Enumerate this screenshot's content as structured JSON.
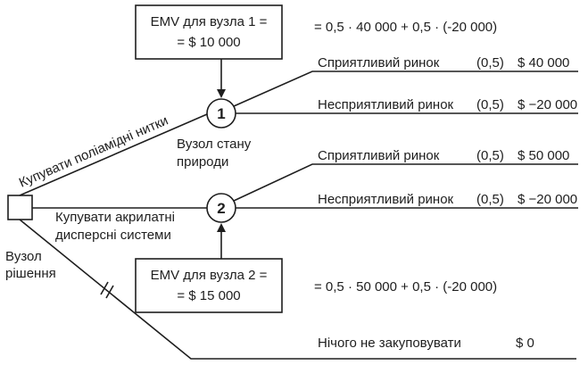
{
  "evm_boxes": {
    "node1": {
      "line1": "EMV для вузла 1 =",
      "line2": "= $ 10 000",
      "formula": "= 0,5 · 40 000 + 0,5 · (-20 000)"
    },
    "node2": {
      "line1": "EMV для вузла 2 =",
      "line2": "= $ 15 000",
      "formula": "= 0,5 · 50 000 + 0,5 · (-20 000)"
    }
  },
  "nodes": {
    "chance1": "1",
    "chance2": "2",
    "chance_label_line1": "Вузол стану",
    "chance_label_line2": "природи",
    "decision_label_line1": "Вузол",
    "decision_label_line2": "рішення"
  },
  "branches": {
    "buy_polyamide": "Купувати поліамідні нитки",
    "buy_acrylic_line1": "Купувати акрилатні",
    "buy_acrylic_line2": "дисперсні системи",
    "nothing": "Нічого не закуповувати",
    "nothing_value": "$     0"
  },
  "outcomes": {
    "n1_fav": {
      "label": "Сприятливий ринок",
      "prob": "(0,5)",
      "value": "$  40 000"
    },
    "n1_unfav": {
      "label": "Несприятливий ринок",
      "prob": "(0,5)",
      "value": "$ −20 000"
    },
    "n2_fav": {
      "label": "Сприятливий ринок",
      "prob": "(0,5)",
      "value": "$  50 000"
    },
    "n2_unfav": {
      "label": "Несприятливий ринок",
      "prob": "(0,5)",
      "value": "$ −20 000"
    }
  }
}
